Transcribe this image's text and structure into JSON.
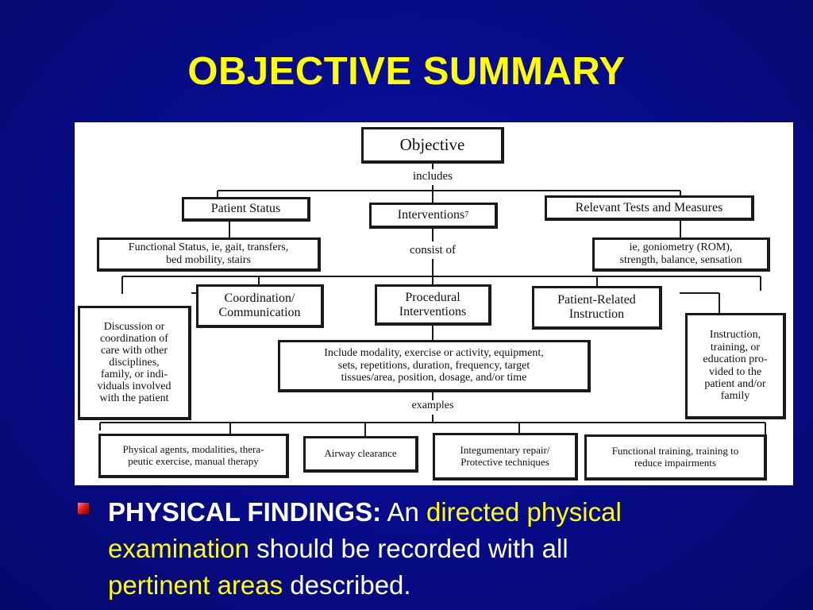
{
  "title": "OBJECTIVE SUMMARY",
  "diagram": {
    "objective": "Objective",
    "includes": "includes",
    "patient_status": "Patient Status",
    "interventions": "Interventions",
    "interventions_sup": "7",
    "relevant_tests": "Relevant Tests and Measures",
    "functional_status_line1": "Functional Status, ie, gait, transfers,",
    "functional_status_line2": "bed mobility, stairs",
    "consist_of": "consist of",
    "goniometry_line1": "ie, goniometry (ROM),",
    "goniometry_line2": "strength, balance, sensation",
    "coordination_line1": "Coordination/",
    "coordination_line2": "Communication",
    "procedural_line1": "Procedural",
    "procedural_line2": "Interventions",
    "patient_related_line1": "Patient-Related",
    "patient_related_line2": "Instruction",
    "discussion_lines": [
      "Discussion or",
      "coordination of",
      "care with other",
      "disciplines,",
      "family, or indi-",
      "viduals involved",
      "with the patient"
    ],
    "include_modality_lines": [
      "Include modality, exercise or activity, equipment,",
      "sets, repetitions, duration, frequency, target",
      "tissues/area, position, dosage, and/or time"
    ],
    "instruction_lines": [
      "Instruction,",
      "training, or",
      "education pro-",
      "vided to the",
      "patient and/or",
      "family"
    ],
    "examples": "examples",
    "physical_agents_line1": "Physical agents, modalities, thera-",
    "physical_agents_line2": "peutic exercise, manual therapy",
    "airway": "Airway clearance",
    "integumentary_line1": "Integumentary repair/",
    "integumentary_line2": "Protective techniques",
    "functional_training_line1": "Functional training, training to",
    "functional_training_line2": "reduce impairments"
  },
  "bullet": {
    "label": "PHYSICAL FINDINGS:",
    "t1": " An ",
    "h1": "directed physical",
    "h2": "examination",
    "t2": " should be recorded with all",
    "h3": "pertinent areas",
    "t3": " described."
  }
}
